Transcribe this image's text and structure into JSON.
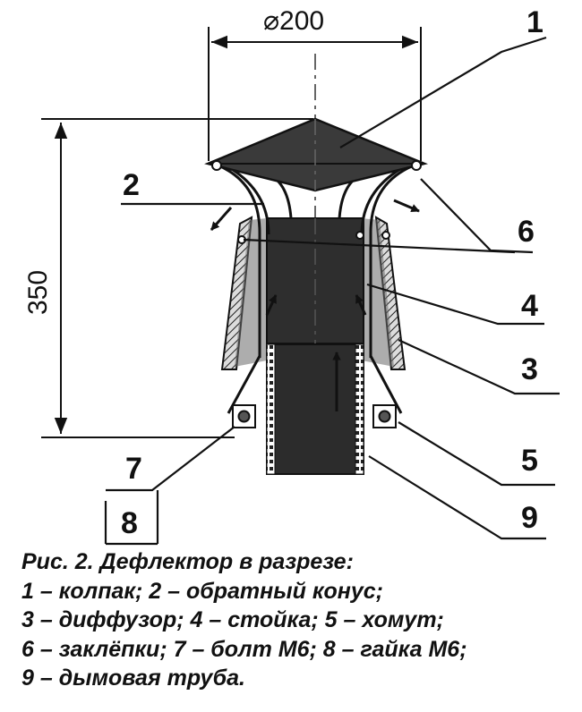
{
  "dimensions": {
    "diameter": "⌀200",
    "height": "350"
  },
  "callouts": [
    "1",
    "2",
    "3",
    "4",
    "5",
    "6",
    "7",
    "8",
    "9"
  ],
  "caption": {
    "title": "Рис. 2. Дефлектор в разрезе:",
    "lines": [
      "1 – колпак; 2 – обратный конус;",
      "3 – диффузор; 4 – стойка; 5 – хомут;",
      "6 – заклёпки; 7 – болт М6; 8 – гайка М6;",
      "9 – дымовая труба."
    ]
  },
  "colors": {
    "ink": "#111111",
    "metal_dark": "#2e2e2e",
    "metal_mid": "#4a4a4a",
    "background": "#ffffff"
  }
}
